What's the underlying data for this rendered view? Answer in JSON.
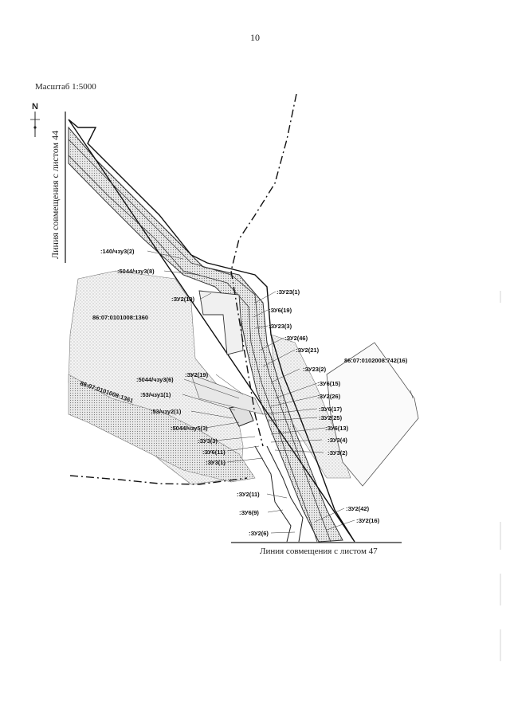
{
  "page_number": "10",
  "scale_label": "Масштаб 1:5000",
  "north_label": "N",
  "left_match_line": "Линия совмещения с листом 44",
  "bottom_match_line": "Линия совмещения с листом 47",
  "labels": {
    "l140": ":140/чзу3(2)",
    "l5044_8": ":5044/чзу3(8)",
    "zu2_10": ":ЗУ2(10)",
    "parcel1360": "86:07:0101008:1360",
    "zu23_1": ":ЗУ23(1)",
    "zu6_19": ":ЗУ6(19)",
    "zu23_3": ":ЗУ23(3)",
    "zu2_46": ":ЗУ2(46)",
    "zu2_21": ":ЗУ2(21)",
    "parcel742": "86:07:0102008:742(16)",
    "l5044_6": ":5044/чзу3(6)",
    "zu2_19": ":ЗУ2(19)",
    "zu23_2": ":ЗУ23(2)",
    "zu6_15": ":ЗУ6(15)",
    "l53_1": ":53/чзу1(1)",
    "zu2_26": ":ЗУ2(26)",
    "parcel1361": "86:07:0101008:1361",
    "l53_2": ":53/чзу2(1)",
    "zu6_17": ":ЗУ6(17)",
    "zu2_25": ":ЗУ2(25)",
    "l5044_5": ":5044/чзу5(3)",
    "zu6_13": ":ЗУ6(13)",
    "zu3_3": ":ЗУ3(3)",
    "zu3_4": ":ЗУ3(4)",
    "zu6_11": ":ЗУ6(11)",
    "zu3_2": ":ЗУ3(2)",
    "zu3_1": ":ЗУ3(1)",
    "zu2_11": ":ЗУ2(11)",
    "zu6_9": ":ЗУ6(9)",
    "zu2_42": ":ЗУ2(42)",
    "zu2_16": ":ЗУ2(16)",
    "zu2_6": ":ЗУ2(6)"
  }
}
